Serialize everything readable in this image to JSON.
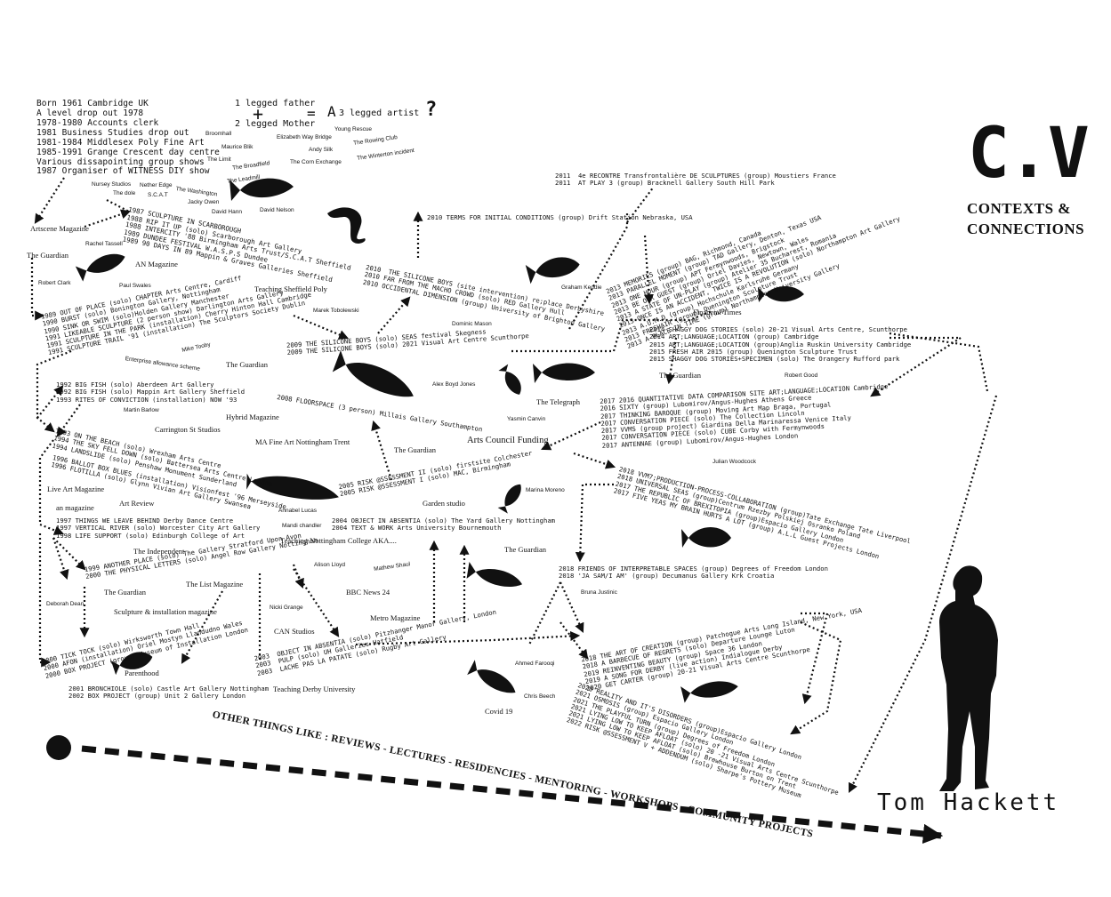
{
  "title": {
    "cv": "C.V",
    "contexts_line1": "CONTEXTS &",
    "contexts_line2": "CONNECTIONS",
    "artist_name": "Tom Hackett"
  },
  "intro": {
    "lines": [
      "Born 1961 Cambridge UK",
      "A level drop out 1978",
      "1978-1980 Accounts clerk",
      "1981 Business Studies drop out",
      "1981-1984 Middlesex Poly Fine Art",
      "1985-1991 Grange Crescent day centre",
      "Various dissapointing group shows",
      "1987 Organiser of WITNESS DIY show"
    ],
    "equation": {
      "father": "1 legged father",
      "plus": "+",
      "mother": "2 legged Mother",
      "equals": "=",
      "big_a": "A",
      "result": "3 legged artist",
      "question": "?"
    }
  },
  "footer_text": "OTHER THINGS LIKE : REVIEWS - LECTURES - RESIDENCIES - MENTORING - WORKSHOPS - COMMUNITY PROJECTS",
  "exhibition_blocks": [
    {
      "lines": [
        "1987 SCULPTURE IN SCARBOROUGH",
        "1988 RIP IT UP (solo) Scarborough Art Gallery",
        "1988 INTERCITY '88 Birmingham Arts Trust/S.C.A.T Sheffield",
        "1989 DUNDEE FESTIVAL W.A.S.P.S Dundee",
        "1989 90 DAYS IN 89 Mappin & Graves Galleries Sheffield"
      ]
    },
    {
      "lines": [
        "1989 OUT OF PLACE (solo) CHAPTER Arts Centre, Cardiff",
        "1990 BURST (solo) Bonington Gallery, Nottingham",
        "1990 SINK OR SWIM (solo)Holden Gallery Manchester",
        "1991 LIKEABLE SCULPTURE (2 person show) Darlington Arts Gallery",
        "1991 SCULPTURE IN THE PARK (installation) Cherry Hinton Hall Cambridge",
        "1991 SCULPTURE TRAIL '91 (installation) The Sculptors Society Dublin"
      ]
    },
    {
      "lines": [
        "1992 BIG FISH (solo) Aberdeen Art Gallery",
        "1992 BIG FISH (solo) Mappin Art Gallery Sheffield",
        "1993 RITES OF CONVICTION (installation) NOW '93"
      ]
    },
    {
      "lines": [
        "1993 ON THE BEACH (solo) Wrexham Arts Centre",
        "1994 THE SKY FELL DOWN (solo) Battersea Arts Centre London",
        "1994 LANDSLIDE (solo) Penshaw Monument Sunderland"
      ]
    },
    {
      "lines": [
        "1996 BALLOT BOX BLUES (installation) Visionfest '96 Merseyside",
        "1996 FLOTILLA (solo) Glynn Vivian Art Gallery Swansea"
      ]
    },
    {
      "lines": [
        "1997 THINGS WE LEAVE BEHIND Derby Dance Centre",
        "1997 VERTICAL RIVER (solo) Worcester City Art Gallery",
        "1998 LIFE SUPPORT (solo) Edinburgh College of Art"
      ]
    },
    {
      "lines": [
        "1999 ANOTHER PLACE (solo) The Gallery Stratford Upon Avon",
        "2000 THE PHYSICAL LETTERS (solo) Angel Row Gallery Nottingham"
      ]
    },
    {
      "lines": [
        "2000 TICK TOCK (solo) Wirksworth Town Hall",
        "2000 AFON (installation) Oriel Mostyn Llandudno Wales",
        "2000 BOX PROJECT (group) Museum of Installation London"
      ]
    },
    {
      "lines": [
        "2001 BRONCHIOLE (solo) Castle Art Gallery Nottingham",
        "2002 BOX PROJECT (group) Unit 2 Gallery London"
      ]
    },
    {
      "lines": [
        "2003  OBJECT IN ABSENTIA (solo) Pitzhanger Manor Gallery, London",
        "2003  PULP (solo) UH Galleries Hatfield",
        "2003  LACHE PAS LA PATATE (solo) Rugby Art Gallery"
      ]
    },
    {
      "lines": [
        "2004 OBJECT IN ABSENTIA (solo) The Yard Gallery Nottingham",
        "2004 TEXT & WORK Arts University Bournemouth"
      ]
    },
    {
      "lines": [
        "2005 RISK @SSESSMENT II (solo) firstsite Colchester",
        "2005 RISK @SSESSMENT I (solo) MAC, Birmingham"
      ]
    },
    {
      "lines": [
        "2008 FLOORSPACE (3 person) Millais Gallery Southampton"
      ]
    },
    {
      "lines": [
        "2009 THE SILICONE BOYS (solo) SEAS festival Skegness",
        "2009 THE SILICONE BOYS (solo) 2021 Visual Art Centre Scunthorpe"
      ]
    },
    {
      "lines": [
        "2010  THE SILICONE BOYS (site intervention) re;place Derbyshire",
        "2010 FAR FROM THE MACHO CROWD (solo) RED Gallery Hull",
        "2010 OCCIDENTAL DIMENSION (group) University of Brighton Gallery"
      ]
    },
    {
      "lines": [
        "2010 TERMS FOR INITIAL CONDITIONS (group) Drift Station Nebraska, USA"
      ]
    },
    {
      "lines": [
        "2011  4e RECONTRE Transfrontalière DE SCULPTURES (group) Moustiers France",
        "2011  AT PLAY 3 (group) Bracknell Gallery South Hill Park"
      ]
    },
    {
      "lines": [
        "2013 MEMORIES (group) BAG, Richmond, Canada",
        "2013 PARALLEL MOMENT (group) TAD Gallery, Denton, Texas USA",
        "2013 ONE HOUR (group) APT Fermynwoods, Brigstock",
        "2013 BE OUR GUEST (group) Oriel Davies, Newtown, Wales",
        "2013 A STATE OF UN-PLAY (group) Atelier 35 Bucharest, Romania",
        "2013 ONCE IS AN ACCIDENT, TWICE IS A REVOLUTION (solo) Northampton Art Gallery",
        "2013 A.U.M.D (group) Hochschule Karlsruhe Germany",
        "2013 FRESHAIR (group) Quenington Sculpture Trust",
        "2013 A PLACE IN TIME (group) Northampton University Gallery"
      ]
    },
    {
      "lines": [
        "2014 SHAGGY DOG STORIES (solo) 20-21 Visual Arts Centre, Scunthorpe",
        "2014 ART;LANGUAGE;LOCATION (group) Cambridge",
        "2015 ART;LANGUAGE;LOCATION (group)Anglia Ruskin University Cambridge",
        "2015 FRESH AIR 2015 (group) Quenington Sculpture Trust",
        "2015 SHAGGY DOG STORIES+SPECIMEN (solo) The Orangery Rufford park"
      ]
    },
    {
      "lines": [
        "2017 2016 QUANTITATIVE DATA COMPARISON SITE ART;LANGUAGE;LOCATION Cambridge",
        "2016 SIXTY (group) Lubomirov/Angus-Hughes Athens Greece",
        "2017 THINKING BAROQUE (group) Moving Art Map Braga, Portugal",
        "2017 CONVERSATION PIECE (solo) The Collection Lincoln",
        "2017 VVMS (group project) Giardina Della Marinaressa Venice Italy",
        "2017 CONVERSATION PIECE (solo) CUBE Corby with Fermynwoods",
        "2017 ANTENNAE (group) Lubomirov/Angus-Hughes London"
      ]
    },
    {
      "lines": [
        "2018 VVM7;PRODUCTION-PROCESS-COLLABORATION (group)Tate Exchange Tate Liverpool",
        "2018 UNIVERSAL SEAS (group)Centrum Rzezby Polskiej Osranko Poland",
        "2017 THE REPUBLIC OF BREXITOPIA (group)Espacio Gallery London",
        "2017 FIVE YEAS MY BRAIN HURTS A LOT (group) A.L.L Guest Projects London"
      ]
    },
    {
      "lines": [
        "2018 FRIENDS OF INTERPRETABLE SPACES (group) Degrees of Freedom London",
        "2018 'JA SAM/I AM' (group) Decumanus Gallery Krk Croatia"
      ]
    },
    {
      "lines": [
        "2018 THE ART OF CREATION (group) Patchogue Arts Long Island, New York, USA",
        "2018 A BARBECUE OF REGRETS (solo) Departure Lounge Luton",
        "2019 REINVENTING BEAUTY (group) Space 36 London",
        "2019 A SONG FOR DERBY (live action) Indialogue Derby",
        "2020 GET CARTER (group) 20-21 Visual Arts Centre Scunthorpe"
      ]
    },
    {
      "lines": [
        "2020 REALITY AND IT'S DISORDERS (group)Espacio Gallery London",
        "2021 OSMOSIS (group) Espacio Gallery London",
        "2021 THE PLAYFUL TURN (group) Degrees of Freedom London",
        "2021 LYING LOW TO KEEP AFLOAT (solo) 20 -21 Visual Arts Centre Scunthorpe",
        "2021 LYING LOW TO KEEP AFLOAT (solo) Brewhouse Burton on Trent",
        "2022 RISK @SSESSMENT V + ADDENDUM (solo) Sharpe's Pottery Museum"
      ]
    }
  ],
  "people_and_places": [
    "Broomhall",
    "Maurice Blik",
    "Elizabeth Way Bridge",
    "Young Rescue",
    "The Rowing Club",
    "Andy Silk",
    "The Limit",
    "The Broadfield",
    "The Corn Exchange",
    "The Winterton incident",
    "The Leadmill",
    "Nursey Studios",
    "Nether Edge",
    "The Washington",
    "The dole",
    "S.C.A.T",
    "Jacky Owen",
    "David Hann",
    "David Nelson",
    "Artscene Magazine",
    "Rachel Tassell",
    "The Guardian",
    "AN Magazine",
    "Robert Clark",
    "Paul Swales",
    "Teaching Sheffield Poly",
    "Marek Tobolewski",
    "Mike Tooby",
    "Enterprise allowance scheme",
    "The Guardian",
    "Martin Barlow",
    "Hybrid Magazine",
    "Carrington St Studios",
    "MA Fine Art Nottingham Trent",
    "Live Art Magazine",
    "Art Review",
    "an magazine",
    "Annabel Lucas",
    "Mandi chandler",
    "Teaching Nottingham College AKA....",
    "Alison Lloyd",
    "Mathew Shaul",
    "The Independent",
    "BBC News 24",
    "The Guardian",
    "The List Magazine",
    "Deborah Dean",
    "Sculpture & installation magazine",
    "Nicki Grange",
    "CAN Studios",
    "Metro Magazine",
    "Parenthood",
    "Teaching Derby University",
    "Dominic Mason",
    "Graham Keddie",
    "Alex Boyd Jones",
    "The Telegraph",
    "Yasmin Canvin",
    "Arts Council Funding",
    "The Guardian",
    "Garden studio",
    "Marina Moreno",
    "The Guardian",
    "Financial Times",
    "The Guardian",
    "Robert Good",
    "Julian Woodcock",
    "Bruna Justinic",
    "Ahmed Farooqi",
    "Chris Beech",
    "Covid 19"
  ],
  "icons": [
    "fish-silhouette",
    "eel-silhouette",
    "standing-man-silhouette",
    "start-dot",
    "dashed-arrow"
  ],
  "colors": {
    "ink": "#111111",
    "paper": "#ffffff"
  }
}
